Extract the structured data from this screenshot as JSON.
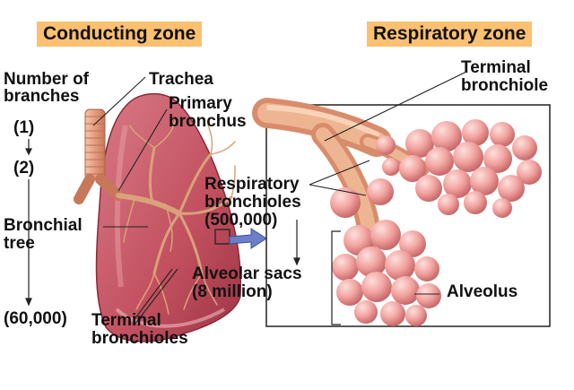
{
  "zones": {
    "conducting": "Conducting zone",
    "respiratory": "Respiratory zone"
  },
  "labels": {
    "number_of_branches_1": "Number of",
    "number_of_branches_2": "branches",
    "count_trachea": "(1)",
    "count_bronchi": "(2)",
    "count_terminal": "(60,000)",
    "trachea": "Trachea",
    "primary_bronchus_1": "Primary",
    "primary_bronchus_2": "bronchus",
    "bronchial_tree_1": "Bronchial",
    "bronchial_tree_2": "tree",
    "terminal_bronchioles_1": "Terminal",
    "terminal_bronchioles_2": "bronchioles",
    "terminal_bronchiole_1": "Terminal",
    "terminal_bronchiole_2": "bronchiole",
    "respiratory_bronchioles_1": "Respiratory",
    "respiratory_bronchioles_2": "bronchioles",
    "respiratory_bronchioles_count": "(500,000)",
    "alveolar_sacs_1": "Alveolar sacs",
    "alveolar_sacs_2": "(8 million)",
    "alveolus": "Alveolus"
  },
  "colors": {
    "zone_tag": "#fbc070",
    "lung": "#c85a6a",
    "airway": "#e8a080",
    "alveoli": "#f2a3a0",
    "arrow": "#6c7fc8"
  }
}
